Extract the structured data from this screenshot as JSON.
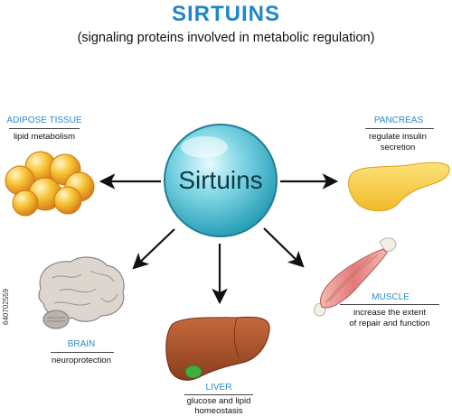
{
  "header": {
    "title": "SIRTUINS",
    "subtitle": "(signaling proteins involved in metabolic regulation)"
  },
  "center": {
    "label": "Sirtuins"
  },
  "organs": {
    "adipose": {
      "title": "ADIPOSE TISSUE",
      "desc": "lipid metabolism"
    },
    "pancreas": {
      "title": "PANCREAS",
      "desc_line1": "regulate insulin",
      "desc_line2": "secretion"
    },
    "brain": {
      "title": "BRAIN",
      "desc": "neuroprotection"
    },
    "liver": {
      "title": "LIVER",
      "desc_line1": "glucose and lipid",
      "desc_line2": "homeostasis"
    },
    "muscle": {
      "title": "MUSCLE",
      "desc_line1": "increase the extent",
      "desc_line2": "of repair and function"
    }
  },
  "watermark": {
    "id": "640702559"
  },
  "colors": {
    "title": "#1f86c8",
    "sphere": "#5cc8d8",
    "adipose": "#f5b62a",
    "pancreas": "#f7d24a",
    "liver": "#a8522a",
    "gallbladder": "#3fae3f",
    "brain": "#d8d0c8",
    "muscle": "#e08080"
  }
}
